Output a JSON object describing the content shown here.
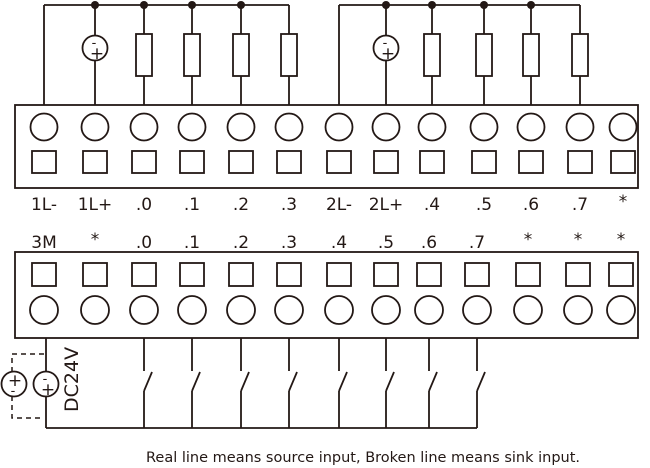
{
  "diagram": {
    "type": "PLC output/input terminal wiring diagram",
    "output_terminal_block": {
      "labels": [
        "1L-",
        "1L+",
        ".0",
        ".1",
        ".2",
        ".3",
        "2L-",
        "2L+",
        ".4",
        ".5",
        ".6",
        ".7",
        "*"
      ],
      "groups": [
        {
          "common_minus": "1L-",
          "common_plus": "1L+",
          "loads": [
            ".0",
            ".1",
            ".2",
            ".3"
          ]
        },
        {
          "common_minus": "2L-",
          "common_plus": "2L+",
          "loads": [
            ".4",
            ".5",
            ".6",
            ".7"
          ]
        }
      ]
    },
    "input_terminal_block": {
      "labels": [
        "3M",
        "*",
        ".0",
        ".1",
        ".2",
        ".3",
        ".4",
        ".5",
        ".6",
        ".7",
        "*",
        "*",
        "*"
      ],
      "switch_inputs": [
        ".0",
        ".1",
        ".2",
        ".3",
        ".4",
        ".5",
        ".6",
        ".7"
      ]
    },
    "power_supply_label": "DC24V",
    "source_minus_symbol": "-",
    "source_plus_symbol": "+",
    "caption": "Real line means source input, Broken line means sink input.",
    "colors": {
      "line": "#231815",
      "background": "#ffffff"
    }
  }
}
